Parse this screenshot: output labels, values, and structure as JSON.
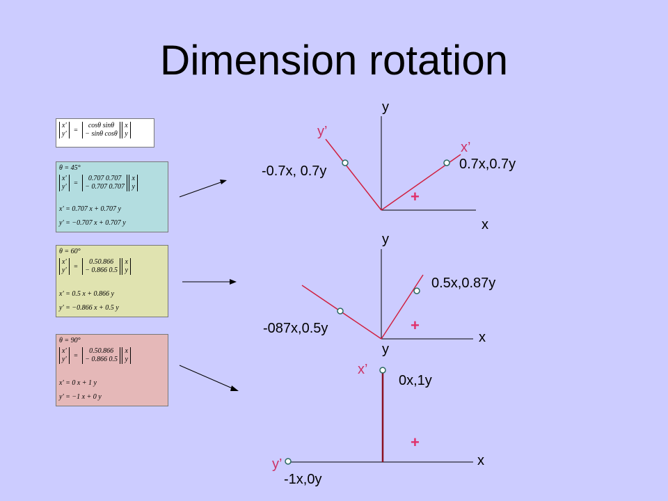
{
  "slide": {
    "title": "Dimension rotation"
  },
  "formula_boxes": {
    "general": {
      "lhs_top": "x'",
      "lhs_bottom": "y'",
      "eq": "=",
      "m_top": "cosθ sinθ",
      "m_bottom": "− sinθ cosθ",
      "v_top": "x",
      "v_bottom": "y"
    },
    "deg45": {
      "theta": "θ = 45°",
      "lhs_top": "x'",
      "lhs_bottom": "y'",
      "eq": "=",
      "m_top": "0.707 0.707",
      "m_bottom": "− 0.707 0.707",
      "v_top": "x",
      "v_bottom": "y",
      "eq1": "x' = 0.707  x + 0.707  y",
      "eq2": "y' = −0.707  x + 0.707  y",
      "color": "#b3dde0"
    },
    "deg60": {
      "theta": "θ = 60°",
      "lhs_top": "x'",
      "lhs_bottom": "y'",
      "eq": "=",
      "m_top": "0.50.866",
      "m_bottom": "− 0.866 0.5",
      "v_top": "x",
      "v_bottom": "y",
      "eq1": "x' = 0.5  x + 0.866  y",
      "eq2": "y' = −0.866  x + 0.5  y",
      "color": "#e0e3b0"
    },
    "deg90": {
      "theta": "θ = 90°",
      "lhs_top": "x'",
      "lhs_bottom": "y'",
      "eq": "=",
      "m_top": "0.50.866",
      "m_bottom": "− 0.866 0.5",
      "v_top": "x",
      "v_bottom": "y",
      "eq1": "x' = 0  x + 1  y",
      "eq2": "y' = −1  x + 0  y",
      "color": "#e5b8b8"
    }
  },
  "diagrams": {
    "d45": {
      "y_axis": "y",
      "x_axis": "x",
      "y_prime": "y’",
      "x_prime": "x’",
      "left_point": "-0.7x, 0.7y",
      "right_point": "0.7x,0.7y",
      "plus": "+"
    },
    "d60": {
      "y_axis": "y",
      "x_axis": "x",
      "left_point": "-087x,0.5y",
      "right_point": "0.5x,0.87y",
      "plus": "+"
    },
    "d90": {
      "y_axis": "y",
      "x_axis": "x",
      "y_prime": "y’",
      "x_prime": "x’",
      "top_point": "0x,1y",
      "left_point": "-1x,0y",
      "plus": "+"
    }
  },
  "colors": {
    "background": "#ccccff",
    "rotated_axis": "#d02040",
    "plus": "#e0306a"
  }
}
